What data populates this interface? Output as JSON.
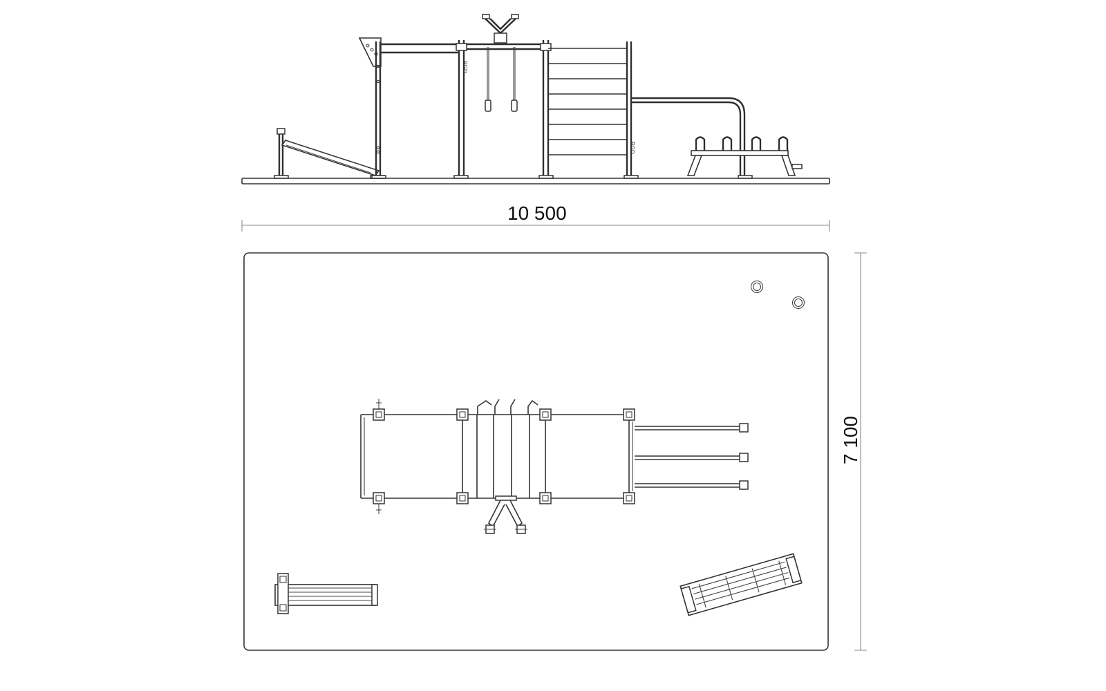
{
  "dimensions": {
    "width_label": "10 500",
    "height_label": "7 100"
  },
  "side_view": {
    "brand_marks": [
      "RGD",
      "RGD"
    ]
  },
  "colors": {
    "line": "#333333",
    "dimension": "#8a8a8a",
    "text": "#111111",
    "surface": "#ffffff"
  }
}
